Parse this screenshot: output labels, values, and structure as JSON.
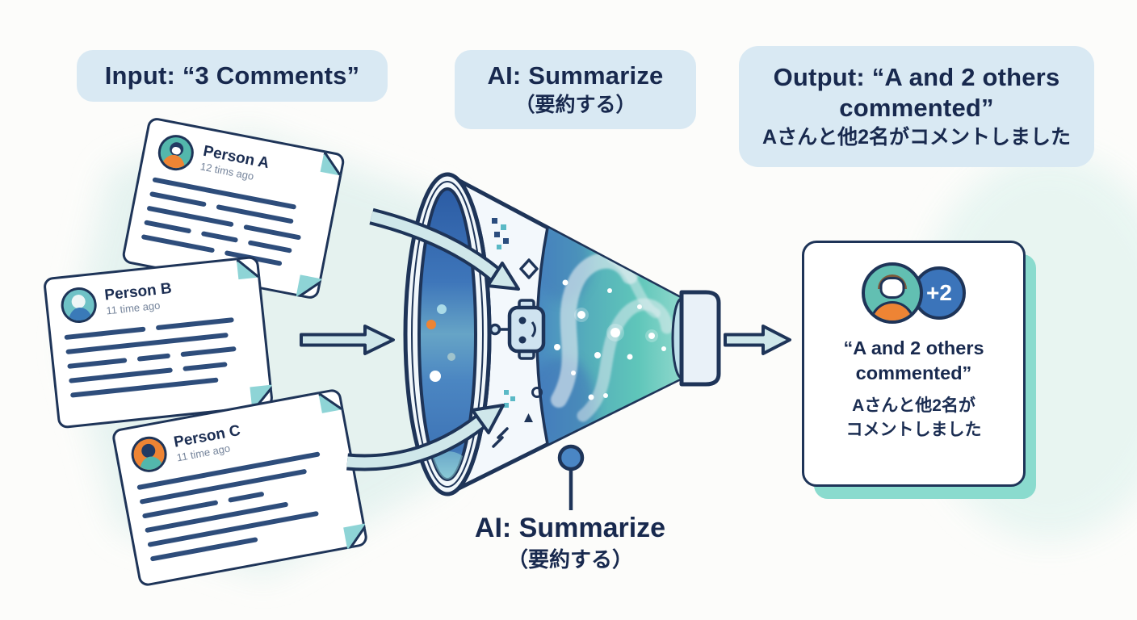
{
  "title_labels": {
    "input": "Input: “3 Comments”",
    "ai": {
      "en": "AI: Summarize",
      "jp": "（要約する）"
    },
    "output": {
      "en_line1": "Output: “A and 2 others",
      "en_line2": "commented”",
      "jp": "Aさんと他2名がコメントしました"
    }
  },
  "comment_cards": [
    {
      "name": "Person A",
      "time": "12 tims ago"
    },
    {
      "name": "Person B",
      "time": "11 time ago"
    },
    {
      "name": "Person C",
      "time": "11 time ago"
    }
  ],
  "funnel_callout": {
    "en": "AI: Summarize",
    "jp": "（要約する）"
  },
  "output_card": {
    "badge": "+2",
    "quote_line1": "“A and 2 others",
    "quote_line2": "commented”",
    "jp_line1": "Aさんと他2名が",
    "jp_line2": "コメントしました"
  },
  "colors": {
    "navy": "#1e3458",
    "text_navy": "#18294e",
    "pill_bg": "#d9e9f3",
    "beam_teal": "#e1f1ee",
    "fold_teal": "#8ed4d6",
    "avatar_teal": "#53b7ac",
    "avatar_orange": "#ee8434",
    "badge_blue": "#3b74ba",
    "shadow_teal": "#8adbce",
    "funnel_blue": "#4a86c5",
    "liquid_teal": "#5fc6ba"
  }
}
